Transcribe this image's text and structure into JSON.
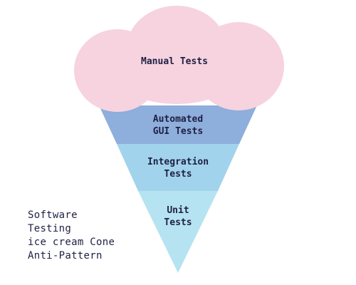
{
  "colors": {
    "cloud": "#f6d3df",
    "automated": "#8eaedc",
    "integration": "#a2d3ec",
    "unit": "#b5e3f1",
    "text": "#1f2042"
  },
  "layers": {
    "manual": "Manual Tests",
    "automated": "Automated\nGUI Tests",
    "integration": "Integration\nTests",
    "unit": "Unit\nTests"
  },
  "caption": {
    "lines": [
      "Software",
      "Testing",
      "ice cream Cone",
      "Anti-Pattern"
    ]
  }
}
